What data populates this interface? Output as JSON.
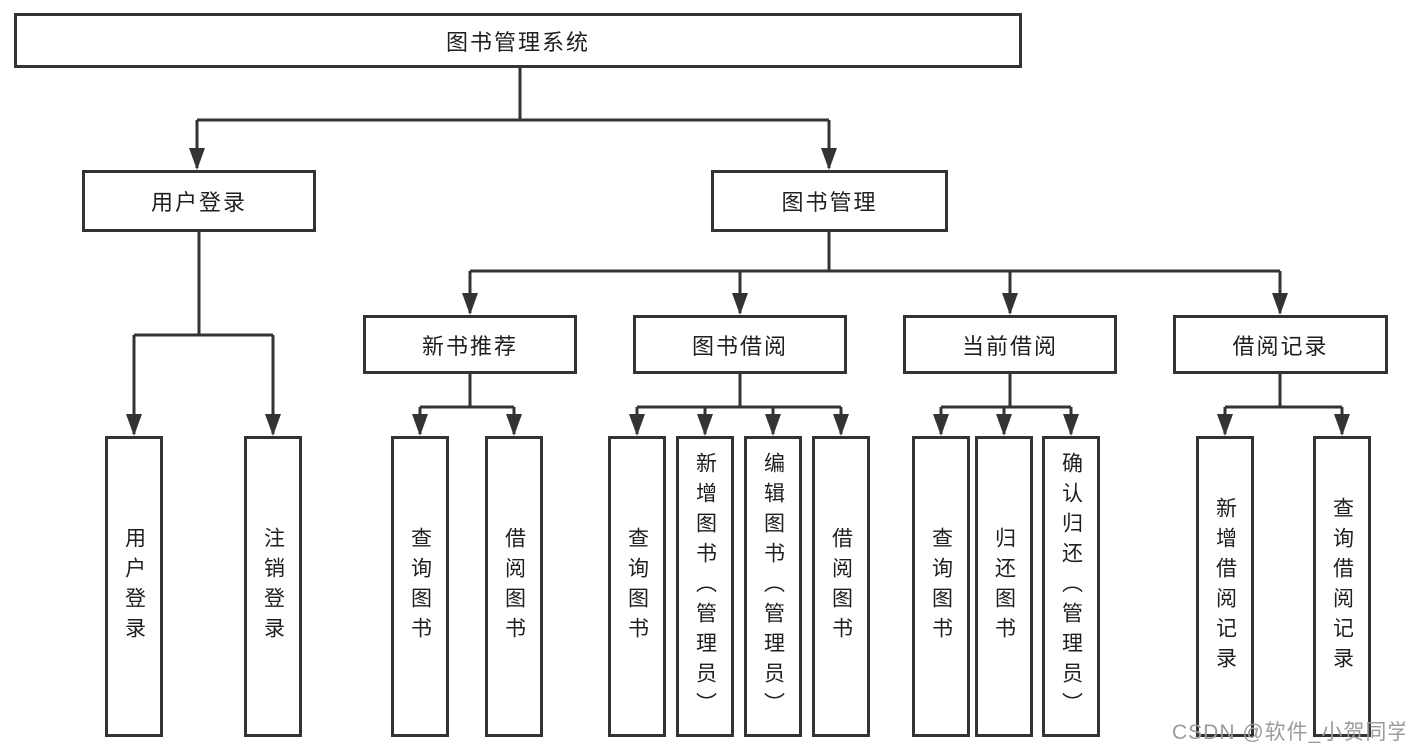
{
  "diagram": {
    "tree": {
      "label": "图书管理系统",
      "children": [
        {
          "label": "用户登录",
          "children": [
            {
              "label": "用户登录"
            },
            {
              "label": "注销登录"
            }
          ]
        },
        {
          "label": "图书管理",
          "children": [
            {
              "label": "新书推荐",
              "children": [
                {
                  "label": "查询图书"
                },
                {
                  "label": "借阅图书"
                }
              ]
            },
            {
              "label": "图书借阅",
              "children": [
                {
                  "label": "查询图书"
                },
                {
                  "label": "新增图书（管理员）"
                },
                {
                  "label": "编辑图书（管理员）"
                },
                {
                  "label": "借阅图书"
                }
              ]
            },
            {
              "label": "当前借阅",
              "children": [
                {
                  "label": "查询图书"
                },
                {
                  "label": "归还图书"
                },
                {
                  "label": "确认归还（管理员）"
                }
              ]
            },
            {
              "label": "借阅记录",
              "children": [
                {
                  "label": "新增借阅记录"
                },
                {
                  "label": "查询借阅记录"
                }
              ]
            }
          ]
        }
      ]
    },
    "colors": {
      "line": "#333333",
      "text": "#1f1f1f",
      "box_background": "#ffffff",
      "watermark": "#9b9b9b"
    }
  },
  "watermark": {
    "text": "CSDN @软件_小贺同学"
  }
}
